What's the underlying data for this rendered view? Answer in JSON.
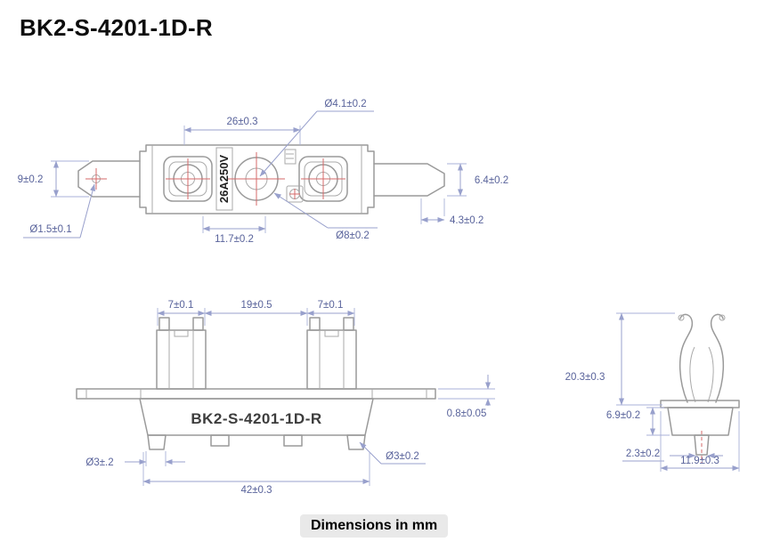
{
  "page": {
    "title": "BK2-S-4201-1D-R",
    "footer_note": "Dimensions in mm"
  },
  "colors": {
    "dimension_line": "#98a0cc",
    "dimension_text": "#59639b",
    "outline": "#9a9a9a",
    "centerline_red": "#d66a6a",
    "footer_bg": "#e9e9e9"
  },
  "top_view": {
    "marking": "26A250V",
    "dims": {
      "hole_top": "Ø4.1±0.2",
      "width": "26±0.3",
      "height_left": "9±0.2",
      "height_right": "6.4±0.2",
      "terminal_right": "4.3±0.2",
      "hole_terminal": "Ø1.5±0.1",
      "center_offset": "11.7±0.2",
      "hole_center": "Ø8±0.2"
    }
  },
  "front_view": {
    "marking": "BK2-S-4201-1D-R",
    "dims": {
      "clip_left": "7±0.1",
      "clip_span": "19±0.5",
      "clip_right": "7±0.1",
      "plate_thickness": "0.8±0.05",
      "foot_left": "Ø3±.2",
      "foot_right": "Ø3±0.2",
      "overall_width": "42±0.3"
    }
  },
  "side_view": {
    "dims": {
      "overall_height": "20.3±0.3",
      "base_height": "6.9±0.2",
      "pin_width": "2.3±0.2",
      "base_width": "11.9±0.3"
    }
  }
}
